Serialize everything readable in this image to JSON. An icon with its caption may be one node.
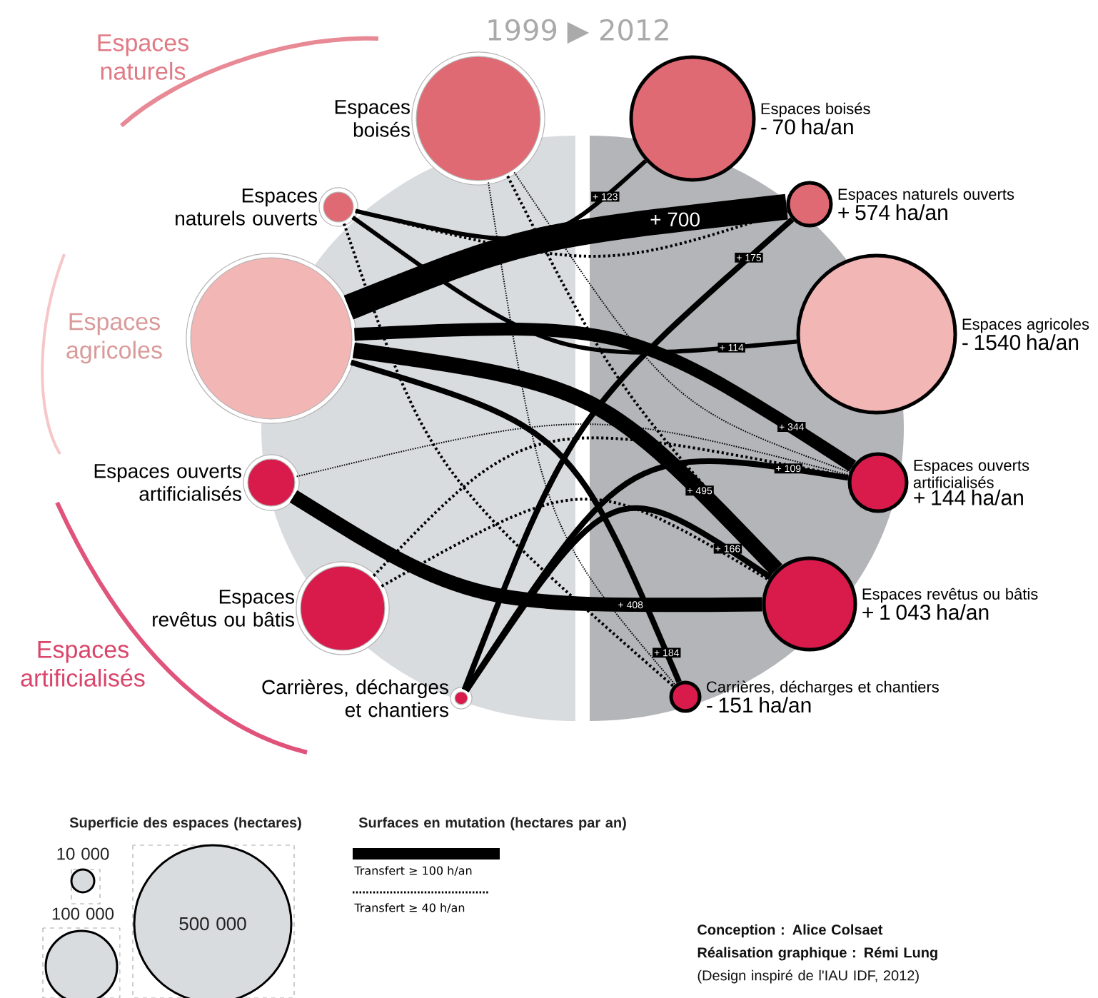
{
  "diagram": {
    "title": "1999 ▶ 2012",
    "nodes": [
      {
        "text": [
          "Espaces boisés"
        ]
      },
      {
        "text": [
          "Espaces naturels ouverts"
        ]
      },
      {
        "text": [
          "Espaces agricoles"
        ]
      },
      {
        "text": [
          "Espaces ouverts artificialisés"
        ]
      },
      {
        "text": [
          "Espaces revêtus ou bâtis"
        ]
      },
      {
        "text": [
          "Carrières, décharges et chantiers"
        ]
      },
      {
        "text": [
          "Espaces boisés",
          "- 70 ha/an"
        ]
      },
      {
        "text": [
          "Espaces naturels ouverts",
          "+ 574 ha/an"
        ]
      },
      {
        "text": [
          "Espaces agricoles",
          "- 1540 ha/an"
        ]
      },
      {
        "text": [
          "Espaces ouverts artificialisés",
          "+ 144 ha/an"
        ]
      },
      {
        "text": [
          "Espaces revêtus ou bâtis",
          "+ 1 043 ha/an"
        ]
      },
      {
        "text": [
          "Carrières, décharges et chantiers",
          "- 151 ha/an"
        ]
      }
    ],
    "edges": [
      {
        "from": 1,
        "to": 6,
        "arrow": "none",
        "label": "+ 123"
      },
      {
        "from": 2,
        "to": 7,
        "arrow": "none",
        "label": "+ 700",
        "style": "thick"
      },
      {
        "from": 5,
        "to": 7,
        "arrow": "none",
        "label": "+ 175"
      },
      {
        "from": 1,
        "to": 8,
        "arrow": "none",
        "label": "+ 114"
      },
      {
        "from": 2,
        "to": 9,
        "arrow": "none",
        "label": "+ 344",
        "style": "thick"
      },
      {
        "from": 2,
        "to": 10,
        "arrow": "none",
        "label": "+ 495",
        "style": "thick"
      },
      {
        "from": 3,
        "to": 10,
        "arrow": "none",
        "label": "+ 408",
        "style": "thick"
      },
      {
        "from": 5,
        "to": 10,
        "arrow": "none",
        "label": "+ 166"
      },
      {
        "from": 5,
        "to": 9,
        "arrow": "none",
        "label": "+ 109"
      },
      {
        "from": 2,
        "to": 11,
        "arrow": "none",
        "label": "+ 184"
      },
      {
        "from": 1,
        "to": 7,
        "arrow": "none",
        "style": "dashed"
      },
      {
        "from": 0,
        "to": 10,
        "arrow": "none",
        "style": "dashed"
      },
      {
        "from": 0,
        "to": 9,
        "arrow": "none",
        "style": "dashed"
      },
      {
        "from": 1,
        "to": 11,
        "arrow": "none",
        "style": "dashed"
      },
      {
        "from": 3,
        "to": 9,
        "arrow": "none",
        "style": "dashed"
      },
      {
        "from": 4,
        "to": 9,
        "arrow": "none",
        "style": "dashed"
      },
      {
        "from": 0,
        "to": 11,
        "arrow": "none",
        "style": "dashed"
      },
      {
        "from": 4,
        "to": 10,
        "arrow": "none",
        "style": "dashed"
      }
    ],
    "labels": [
      "Espaces naturels",
      "Espaces artificialisés",
      "Superficie des espaces (hectares)",
      "10 000",
      "100 000",
      "500 000",
      "Surfaces en mutation (hectares par an)",
      "Conception : Alice Colsaet",
      "Réalisation graphique : Rémi Lung",
      "(Design inspiré de l'IAU IDF, 2012)"
    ],
    "legend": [
      {
        "text": "Transfert ≥ 100 h/an"
      },
      {
        "text": "Transfert ≥ 40 h/an"
      }
    ]
  }
}
